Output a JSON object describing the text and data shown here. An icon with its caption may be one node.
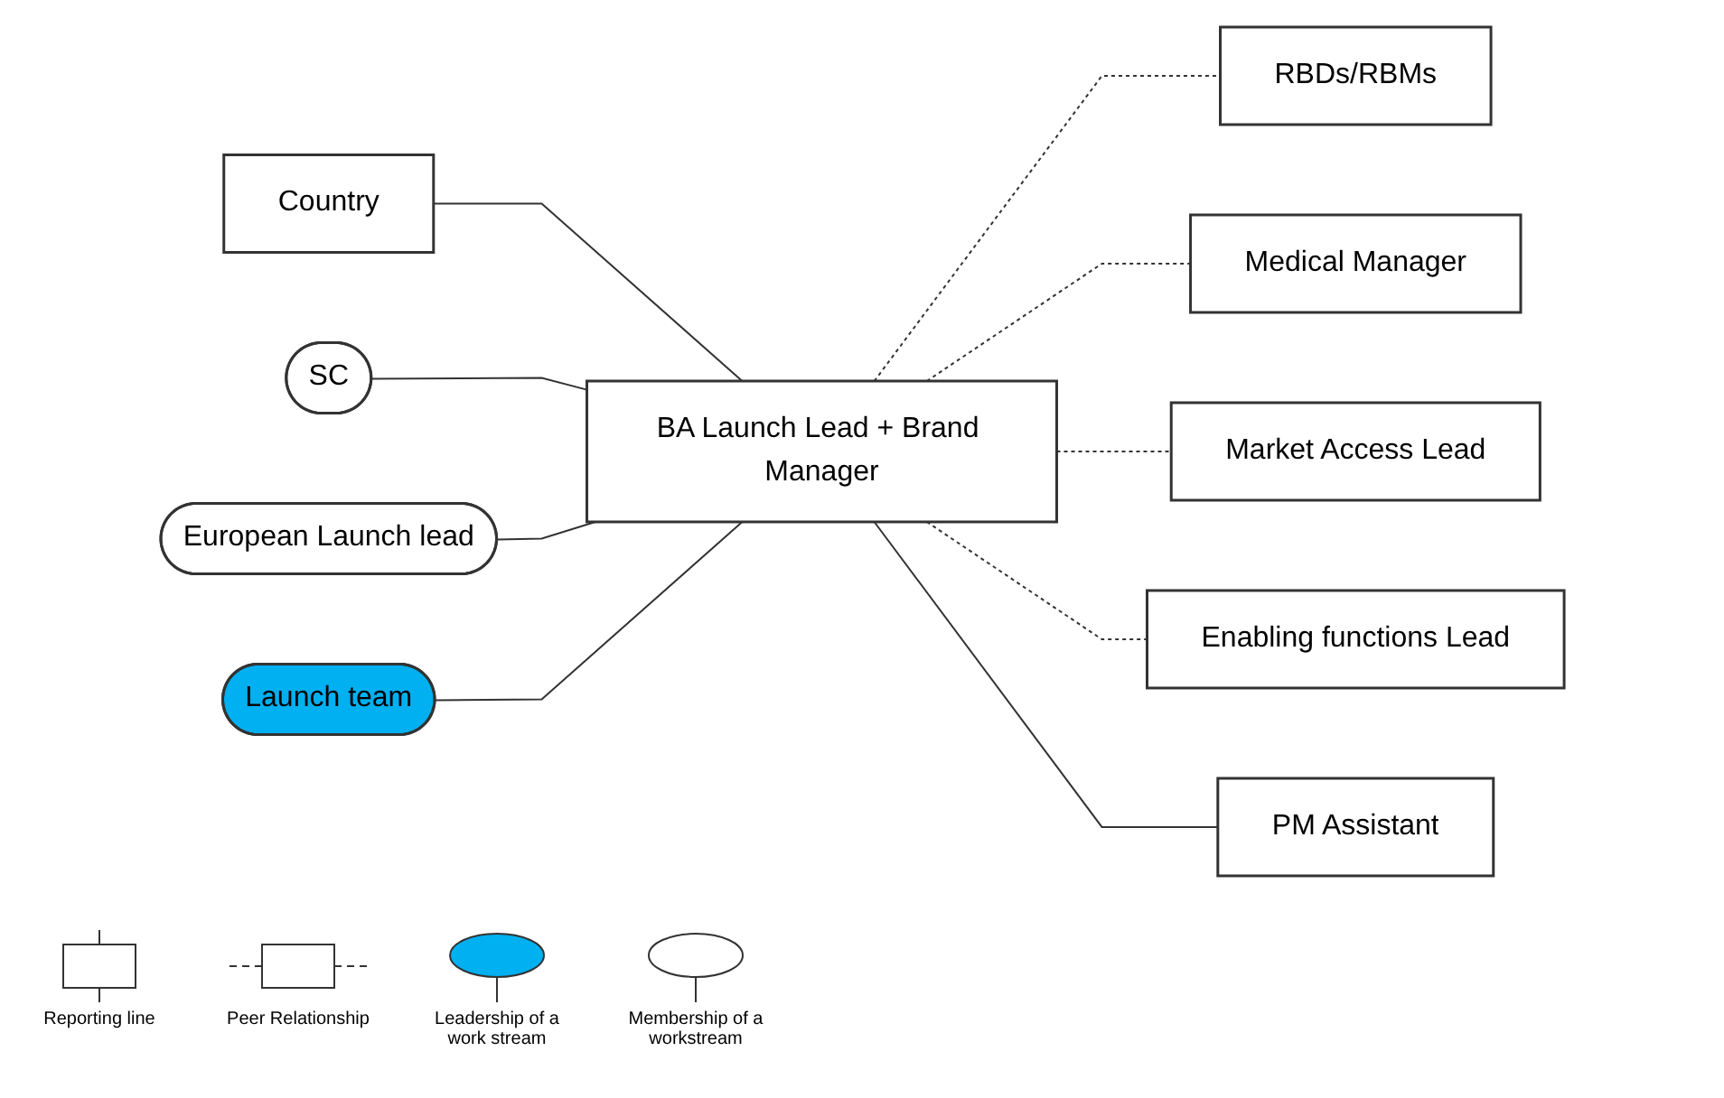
{
  "diagram": {
    "nodes": [
      {
        "text": [
          "Country"
        ]
      },
      {
        "text": [
          "SC"
        ]
      },
      {
        "text": [
          "European Launch lead"
        ]
      },
      {
        "text": [
          "Launch team"
        ]
      },
      {
        "text": [
          "BA Launch Lead + Brand Manager"
        ]
      },
      {
        "text": [
          "RBDs/RBMs"
        ]
      },
      {
        "text": [
          "Medical Manager"
        ]
      },
      {
        "text": [
          "Market Access Lead"
        ]
      },
      {
        "text": [
          "Enabling functions Lead"
        ]
      },
      {
        "text": [
          "PM Assistant"
        ]
      }
    ],
    "edges": [
      {
        "from": 0,
        "to": 4,
        "arrow": "none"
      },
      {
        "from": 1,
        "to": 4,
        "arrow": "none"
      },
      {
        "from": 2,
        "to": 4,
        "arrow": "none"
      },
      {
        "from": 3,
        "to": 4,
        "arrow": "none"
      },
      {
        "from": 4,
        "to": 5,
        "arrow": "none",
        "style": "dashed"
      },
      {
        "from": 4,
        "to": 6,
        "arrow": "none",
        "style": "dashed"
      },
      {
        "from": 4,
        "to": 7,
        "arrow": "none",
        "style": "dashed"
      },
      {
        "from": 4,
        "to": 8,
        "arrow": "none",
        "style": "dashed"
      },
      {
        "from": 4,
        "to": 9,
        "arrow": "none"
      }
    ],
    "legend": [
      {
        "text": "Reporting line"
      },
      {
        "text": "Peer Relationship"
      },
      {
        "text": "Leadership of a work stream",
        "color": "#00b0f0"
      },
      {
        "text": "Membership of a workstream"
      }
    ]
  }
}
